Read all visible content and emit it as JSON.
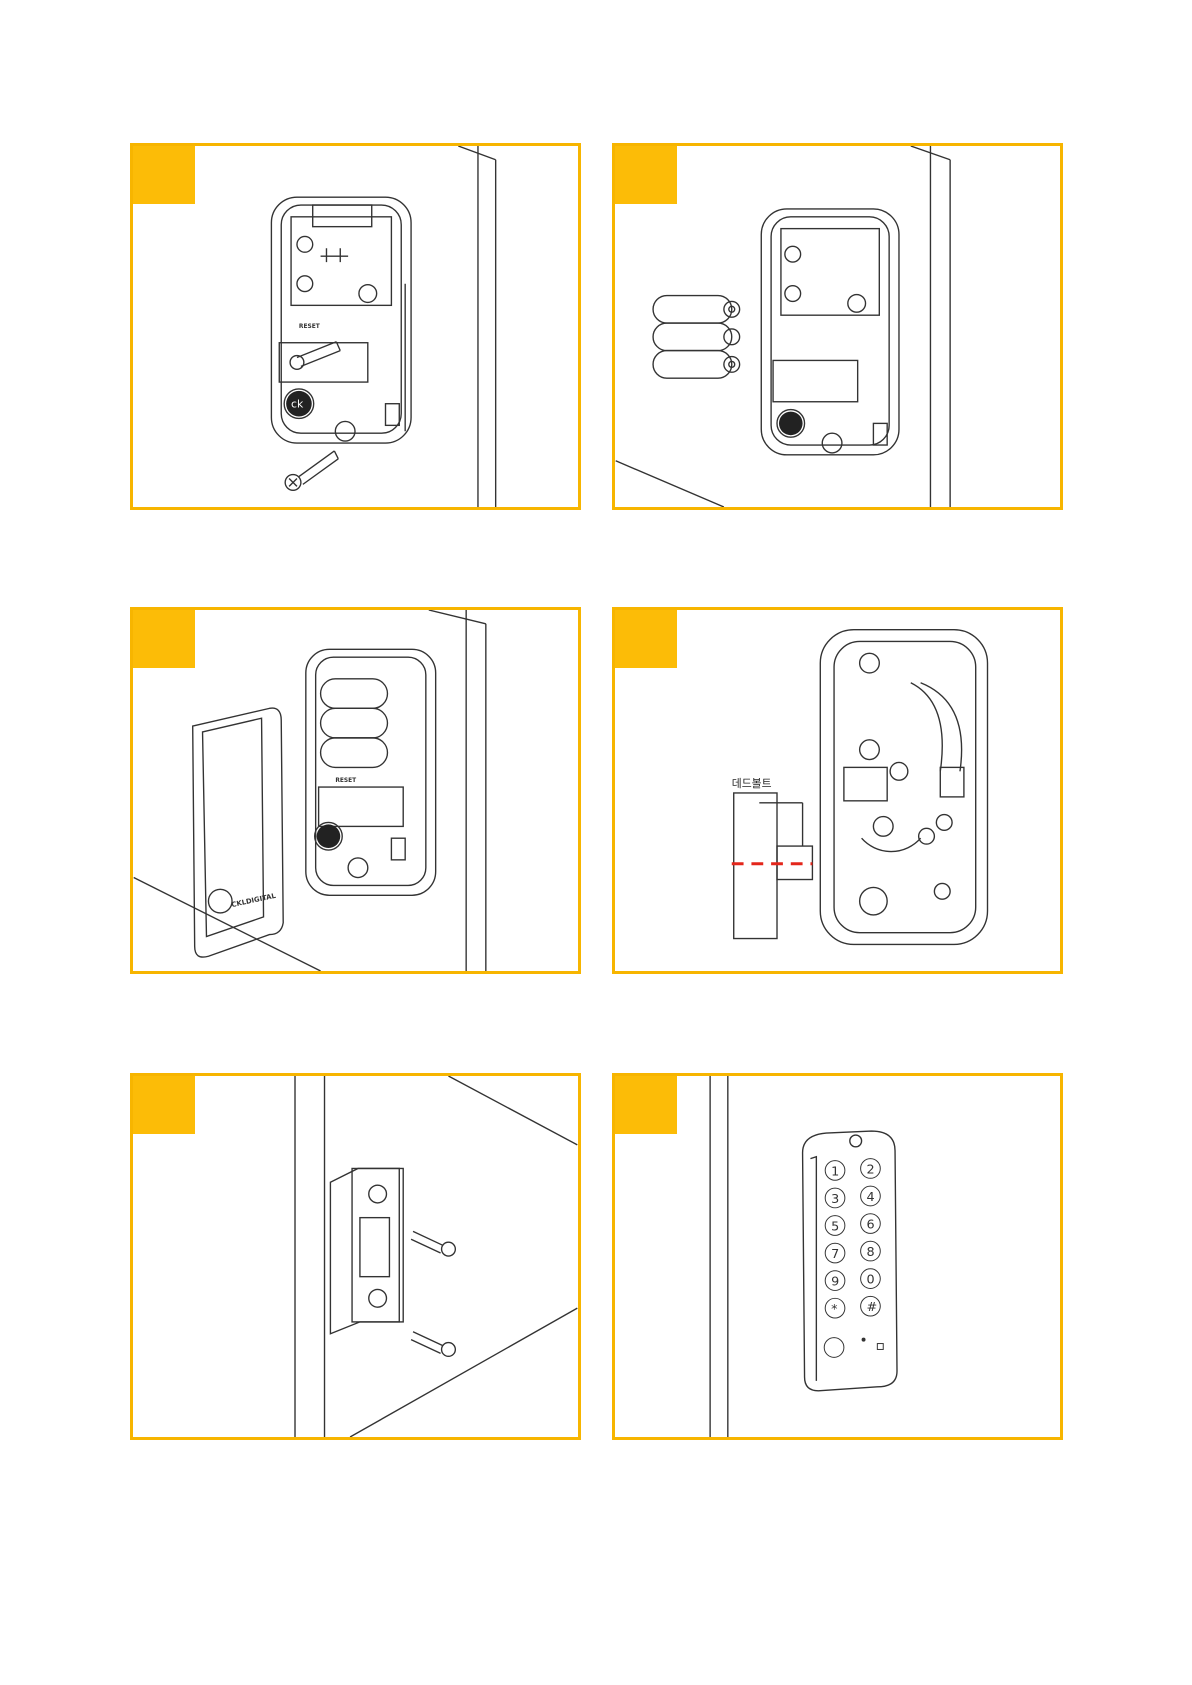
{
  "panels": [
    {
      "id": "step-1"
    },
    {
      "id": "step-2"
    },
    {
      "id": "step-3",
      "brand_mark": "CKLDIGITAL",
      "reset_label": "RESET"
    },
    {
      "id": "step-4",
      "callout_label": "데드볼트"
    },
    {
      "id": "step-5"
    },
    {
      "id": "step-6",
      "keys": [
        "1",
        "2",
        "3",
        "4",
        "5",
        "6",
        "7",
        "8",
        "9",
        "0",
        "*",
        "#"
      ]
    }
  ],
  "device": {
    "reset_label": "RESET",
    "logo_mark": "ck"
  },
  "colors": {
    "panel_border": "#f7b500",
    "badge": "#fcbc07",
    "line": "#333333",
    "dashed_marker": "#e3261b"
  }
}
